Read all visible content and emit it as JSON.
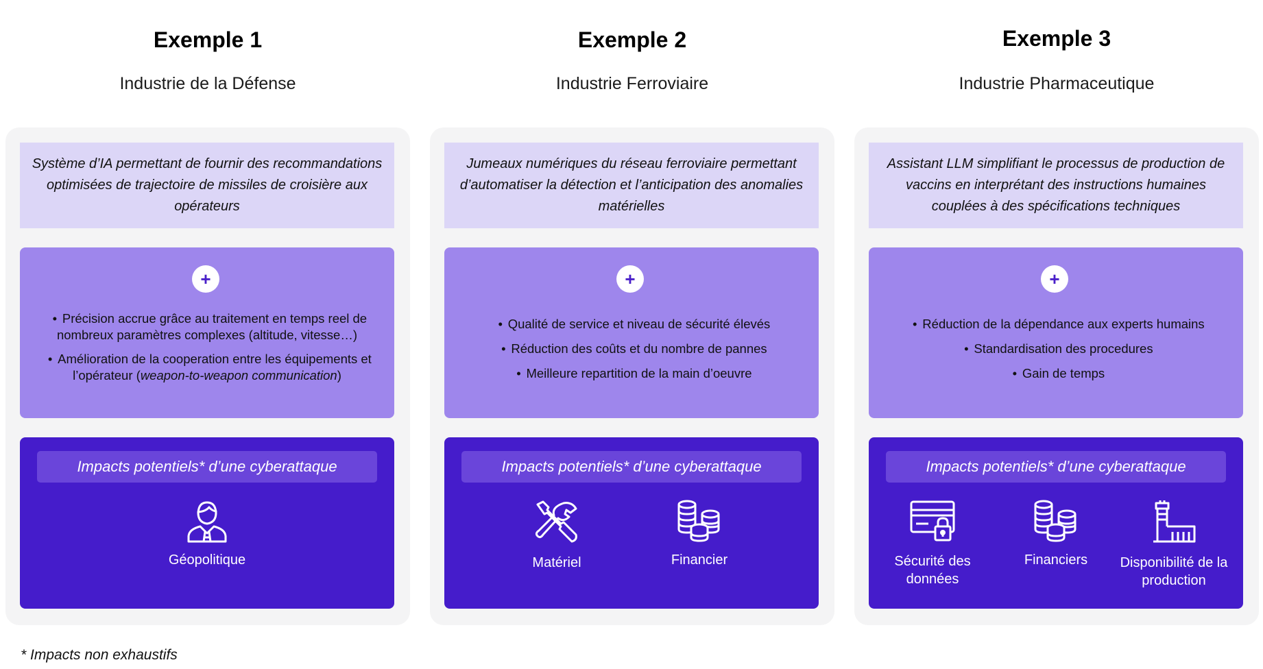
{
  "examples": [
    {
      "title": "Exemple 1",
      "subtitle": "Industrie de la Défense",
      "description": "Système d’IA permettant de fournir des recommandations optimisées de trajectoire de missiles de croisière aux opérateurs",
      "plus": "+",
      "benefits": [
        "Précision accrue grâce au traitement en temps reel de nombreux paramètres complexes (altitude, vitesse…)",
        "Amélioration de la cooperation entre les équipements et l’opérateur (",
        "weapon-to-weapon communication",
        ")"
      ],
      "impacts_title": "Impacts potentiels* d’une cyberattaque",
      "impacts": [
        {
          "label": "Géopolitique",
          "icon": "person-icon"
        }
      ]
    },
    {
      "title": "Exemple 2",
      "subtitle": "Industrie Ferroviaire",
      "description": "Jumeaux numériques du réseau ferroviaire permettant d’automatiser la détection et l’anticipation des anomalies matérielles",
      "plus": "+",
      "benefits": [
        "Qualité de service et niveau de sécurité élevés",
        "Réduction des coûts et du nombre de pannes",
        "Meilleure repartition de la main d’oeuvre"
      ],
      "impacts_title": "Impacts potentiels* d’une cyberattaque",
      "impacts": [
        {
          "label": "Matériel",
          "icon": "tools-icon"
        },
        {
          "label": "Financier",
          "icon": "coins-icon"
        }
      ]
    },
    {
      "title": "Exemple 3",
      "subtitle": "Industrie Pharmaceutique",
      "description": "Assistant LLM simplifiant le processus de production de vaccins en interprétant des instructions humaines couplées à des spécifications techniques",
      "plus": "+",
      "benefits": [
        "Réduction de la dépendance aux experts humains",
        "Standardisation des procedures",
        "Gain de temps"
      ],
      "impacts_title": "Impacts potentiels* d’une cyberattaque",
      "impacts": [
        {
          "label": "Sécurité des données",
          "icon": "card-lock-icon"
        },
        {
          "label": "Financiers",
          "icon": "coins-icon"
        },
        {
          "label": "Disponibilité de la production",
          "icon": "factory-icon"
        }
      ]
    }
  ],
  "footnote": "* Impacts non exhaustifs",
  "colors": {
    "panel": "#f4f4f5",
    "description": "#dcd6f7",
    "benefits": "#9e86ec",
    "impacts": "#451ccb",
    "impacts_header": "#6a45da"
  }
}
